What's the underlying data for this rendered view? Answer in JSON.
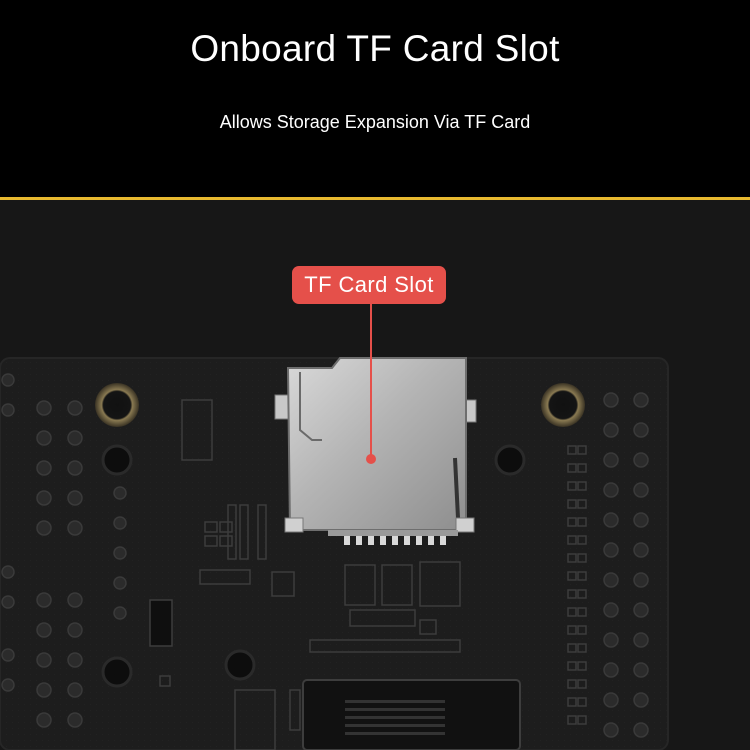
{
  "title": "Onboard TF Card Slot",
  "subtitle": "Allows Storage Expansion Via TF Card",
  "callout": {
    "label": "TF Card Slot"
  },
  "colors": {
    "background": "#000000",
    "divider": "#e8b930",
    "board": "#1c1c1c",
    "callout": "#e5504a",
    "text": "#ffffff"
  },
  "icons": {
    "photo": "pcb-board-with-tf-card-slot"
  }
}
